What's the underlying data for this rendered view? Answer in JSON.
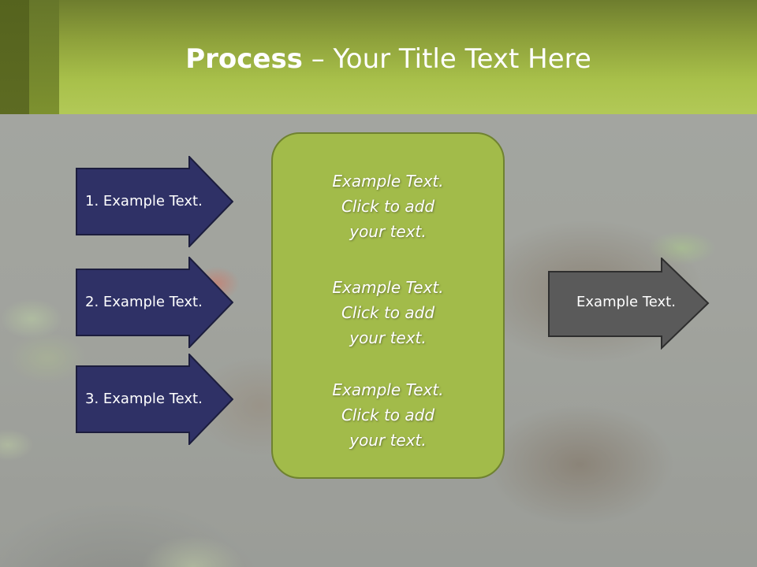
{
  "slide": {
    "title_bold": "Process",
    "title_rest": " – Your Title Text Here"
  },
  "steps": [
    {
      "label": "1. Example Text."
    },
    {
      "label": "2. Example Text."
    },
    {
      "label": "3. Example Text."
    }
  ],
  "center_box": {
    "blocks": [
      "Example Text.\nClick  to add\nyour text.",
      "Example Text.\nClick  to add\nyour text.",
      "Example Text.\nClick  to add\nyour text."
    ]
  },
  "output": {
    "label": "Example Text."
  },
  "colors": {
    "header_green": "#a8c04a",
    "step_arrow_fill": "#2f3166",
    "center_box_fill": "#a2bb4a",
    "output_arrow_fill": "#5a5a5a"
  }
}
